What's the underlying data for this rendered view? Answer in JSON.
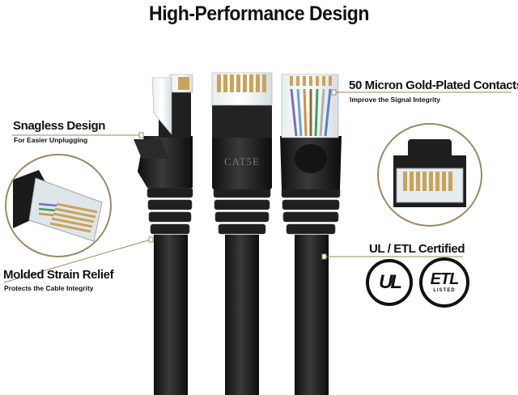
{
  "title": "High-Performance Design",
  "callouts": {
    "snagless": {
      "title": "Snagless Design",
      "subtitle": "For Easier Unplugging"
    },
    "strain": {
      "title": "Molded Strain Relief",
      "subtitle": "Protects the Cable Integrity"
    },
    "contacts": {
      "title": "50 Micron Gold-Plated Contacts",
      "subtitle": "Improve the Signal Integrity"
    },
    "certified": {
      "title": "UL / ETL Certified"
    }
  },
  "cable_marking": "CAT5E",
  "logos": {
    "ul": {
      "text": "UL"
    },
    "etl": {
      "text": "ETL",
      "sub": "LISTED"
    }
  },
  "colors": {
    "cable": "#1c1c1c",
    "gold": "#c9a35a",
    "leader_line": "#9a8a60"
  }
}
